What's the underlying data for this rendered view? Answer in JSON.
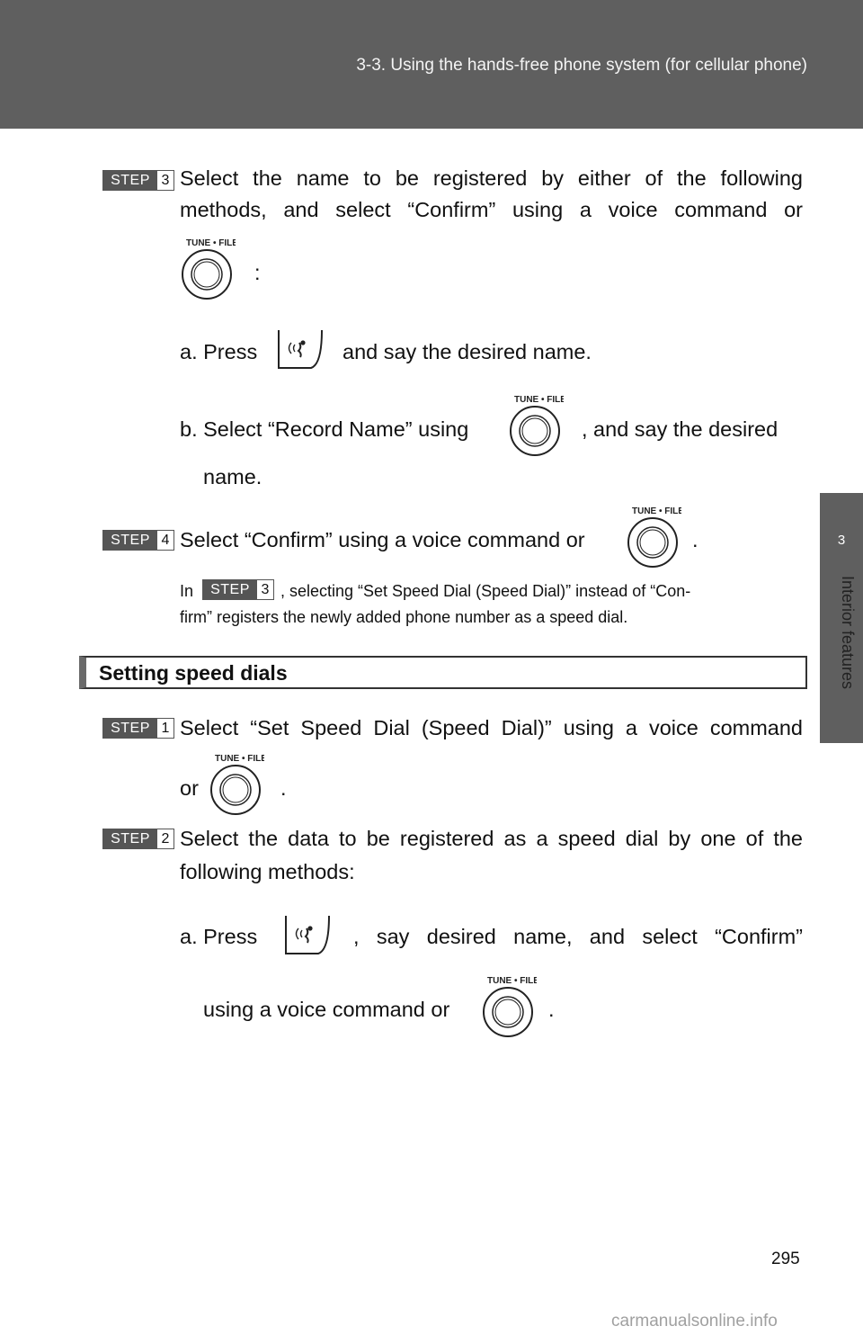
{
  "header": {
    "title": "3-3. Using the hands-free phone system (for cellular phone)"
  },
  "side_tab": {
    "number": "3",
    "label": "Interior features"
  },
  "icons": {
    "dial_label": "TUNE • FILE",
    "dial_name": "tune-file-knob-icon",
    "talk_name": "talk-switch-icon"
  },
  "step_label": "STEP",
  "block1": {
    "step3": {
      "num": "3",
      "line1": "Select the name to be registered by either of the following",
      "line2": "methods, and select “Confirm” using a voice command or",
      "line3_suffix": ":"
    },
    "opt_a": {
      "prefix": "a. Press",
      "suffix": "and say the desired name."
    },
    "opt_b": {
      "prefix": "b. Select “Record Name” using",
      "suffix": ", and say the desired",
      "line2": "name."
    },
    "step4": {
      "num": "4",
      "text": "Select “Confirm” using a voice command or",
      "suffix": "."
    },
    "note": {
      "prefix": "In",
      "step_num": "3",
      "line1": ", selecting “Set Speed Dial (Speed Dial)” instead of “Con-",
      "line2": "firm” registers the newly added phone number as a speed dial."
    }
  },
  "section": {
    "title": "Setting speed dials",
    "step1": {
      "num": "1",
      "line1": "Select “Set Speed Dial (Speed Dial)” using a voice command",
      "line2_prefix": "or",
      "line2_suffix": "."
    },
    "step2": {
      "num": "2",
      "line1": "Select the data to be registered as a speed dial by one of the",
      "line2": "following methods:"
    },
    "opt_a": {
      "prefix": "a. Press",
      "suffix": ", say desired name, and select “Confirm”",
      "line2_prefix": "using a voice command or",
      "line2_suffix": "."
    }
  },
  "page_number": "295",
  "watermark": "carmanualsonline.info"
}
